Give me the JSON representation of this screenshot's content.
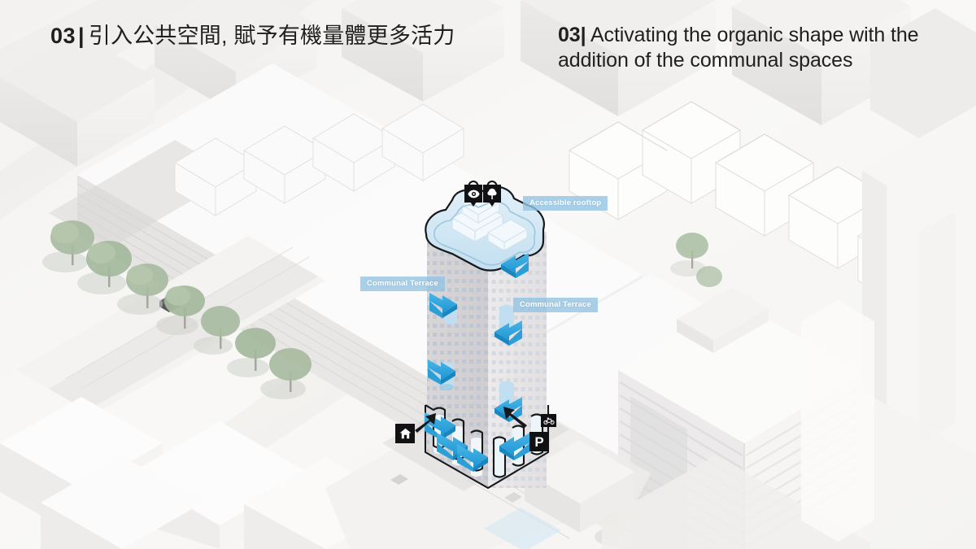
{
  "slide": {
    "number": "03",
    "separator": "|",
    "title_zh": "引入公共空間, 賦予有機量體更多活力",
    "title_en": "Activating the organic shape with the addition of the communal spaces",
    "background_color": "#f6f5f3"
  },
  "colors": {
    "accent_blue": "#29a8e0",
    "label_blue": "#95c4e4",
    "rooftop_blue": "#cfe6f2",
    "badge_black": "#111113",
    "text_dark": "#201f1f",
    "tree_green": "#9fb49a",
    "facade_grey": "#e3e1e0"
  },
  "callouts": [
    {
      "id": "accessible-rooftop",
      "label": "Accessible rooftop"
    },
    {
      "id": "communal-terrace-left",
      "label": "Communal Terrace"
    },
    {
      "id": "communal-terrace-right",
      "label": "Communal Terrace"
    }
  ],
  "badges": [
    {
      "id": "view",
      "icon": "eye-icon",
      "label": ""
    },
    {
      "id": "greenery",
      "icon": "tree-icon",
      "label": ""
    },
    {
      "id": "residential-entrance",
      "icon": "home-icon",
      "label": ""
    },
    {
      "id": "parking",
      "icon": "parking-icon",
      "label": "P"
    },
    {
      "id": "bicycle",
      "icon": "bicycle-icon",
      "label": ""
    }
  ],
  "diagram": {
    "type": "isometric-architectural-massing",
    "subject": "residential tower with communal terraces",
    "arrow_count_blue": 9,
    "arrow_count_black": 2
  }
}
